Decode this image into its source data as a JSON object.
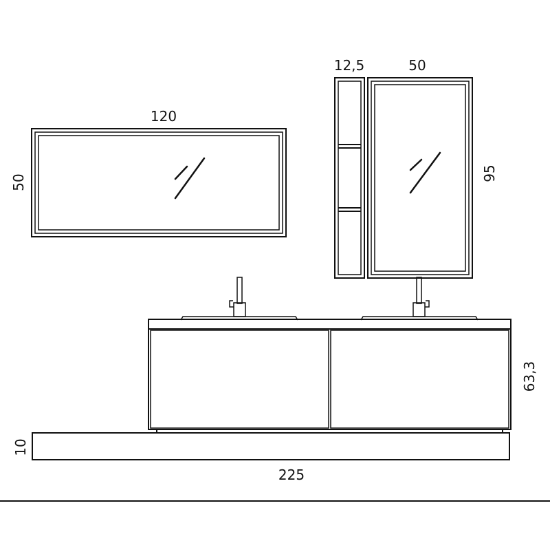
{
  "colors": {
    "line": "#111111",
    "background": "#ffffff"
  },
  "dimensions": {
    "wide_mirror_width": "120",
    "wide_mirror_height": "50",
    "shelf_unit_width": "12,5",
    "tall_mirror_width": "50",
    "tall_mirror_height": "95",
    "cabinet_height": "63,3",
    "base_thickness": "10",
    "total_width": "225"
  }
}
